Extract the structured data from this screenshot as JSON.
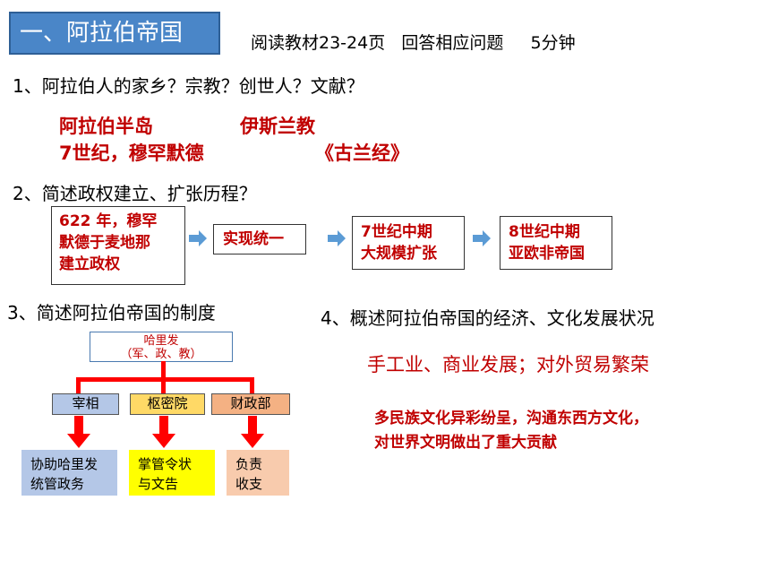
{
  "header": {
    "section_title": "一、阿拉伯帝国",
    "instruction": "阅读教材23-24页   回答相应问题     5分钟"
  },
  "q1": {
    "question": "1、阿拉伯人的家乡？宗教？创世人？文献？",
    "answers": [
      "阿拉伯半岛",
      "伊斯兰教",
      "7世纪，穆罕默德",
      "《古兰经》"
    ]
  },
  "q2": {
    "question": "2、简述政权建立、扩张历程？",
    "steps": [
      {
        "lines": [
          "622 年，穆罕",
          "默德于麦地那",
          "建立政权"
        ]
      },
      {
        "lines": [
          "实现统一"
        ]
      },
      {
        "lines": [
          "7世纪中期",
          "大规模扩张"
        ]
      },
      {
        "lines": [
          "8世纪中期",
          "亚欧非帝国"
        ]
      }
    ]
  },
  "q3": {
    "question": "3、简述阿拉伯帝国的制度",
    "top": {
      "line1": "哈里发",
      "line2": "（军、政、教）"
    },
    "offices": [
      "宰相",
      "枢密院",
      "财政部"
    ],
    "duties": [
      {
        "lines": [
          "协助哈里发",
          "统管政务"
        ]
      },
      {
        "lines": [
          "掌管令状",
          "与文告"
        ]
      },
      {
        "lines": [
          "负责",
          "收支"
        ]
      }
    ],
    "colors": {
      "office_blue": "#b4c7e7",
      "office_yellow": "#ffd966",
      "office_peach": "#f4b183",
      "duty_blue": "#b4c7e7",
      "duty_yellow": "#ffff00",
      "duty_peach": "#f8cbad"
    }
  },
  "q4": {
    "question": "4、概述阿拉伯帝国的经济、文化发展状况",
    "economy": "手工业、商业发展；对外贸易繁荣",
    "culture_line1": "多民族文化异彩纷呈，沟通东西方文化，",
    "culture_line2": "对世界文明做出了重大贡献"
  },
  "colors": {
    "title_bg": "#4a86c8",
    "answer_red": "#c00000",
    "arrow_blue": "#5b9bd5",
    "connector_red": "#ff0000"
  }
}
